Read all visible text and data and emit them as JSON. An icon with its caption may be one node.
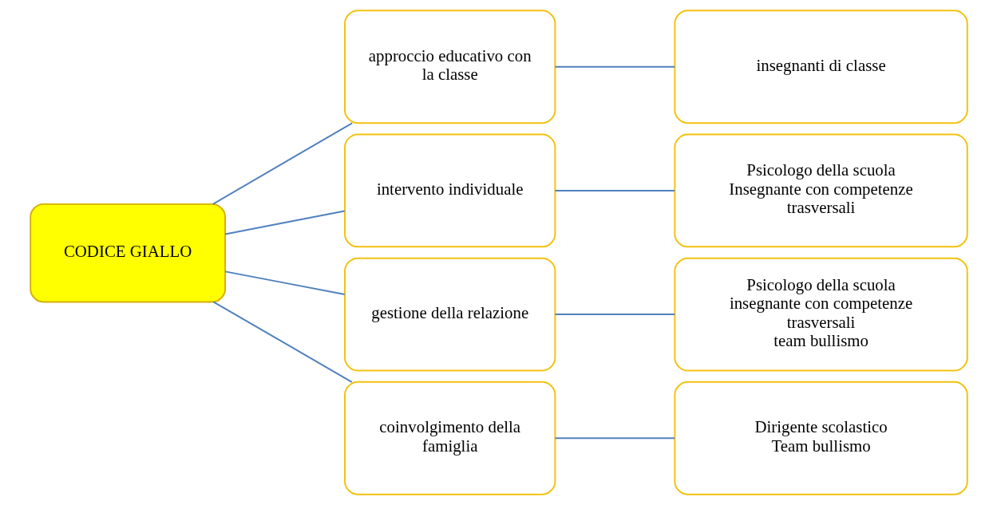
{
  "diagram": {
    "nodes": [
      {
        "text": [
          "CODICE GIALLO"
        ]
      },
      {
        "text": [
          "approccio educativo con la classe"
        ]
      },
      {
        "text": [
          "intervento individuale"
        ]
      },
      {
        "text": [
          "gestione della relazione"
        ]
      },
      {
        "text": [
          "coinvolgimento della famiglia"
        ]
      },
      {
        "text": [
          "insegnanti di classe"
        ]
      },
      {
        "text": [
          "Psicologo della scuola",
          "Insegnante con competenze trasversali"
        ]
      },
      {
        "text": [
          "Psicologo della scuola",
          "insegnante con competenze trasversali",
          "team bullismo"
        ]
      },
      {
        "text": [
          "Dirigente scolastico",
          "Team bullismo"
        ]
      }
    ],
    "edges": [
      {
        "from": 0,
        "to": 1,
        "arrow": "none"
      },
      {
        "from": 0,
        "to": 2,
        "arrow": "none"
      },
      {
        "from": 0,
        "to": 3,
        "arrow": "none"
      },
      {
        "from": 0,
        "to": 4,
        "arrow": "none"
      },
      {
        "from": 1,
        "to": 5,
        "arrow": "none"
      },
      {
        "from": 2,
        "to": 6,
        "arrow": "none"
      },
      {
        "from": 3,
        "to": 7,
        "arrow": "none"
      },
      {
        "from": 4,
        "to": 8,
        "arrow": "none"
      }
    ]
  }
}
